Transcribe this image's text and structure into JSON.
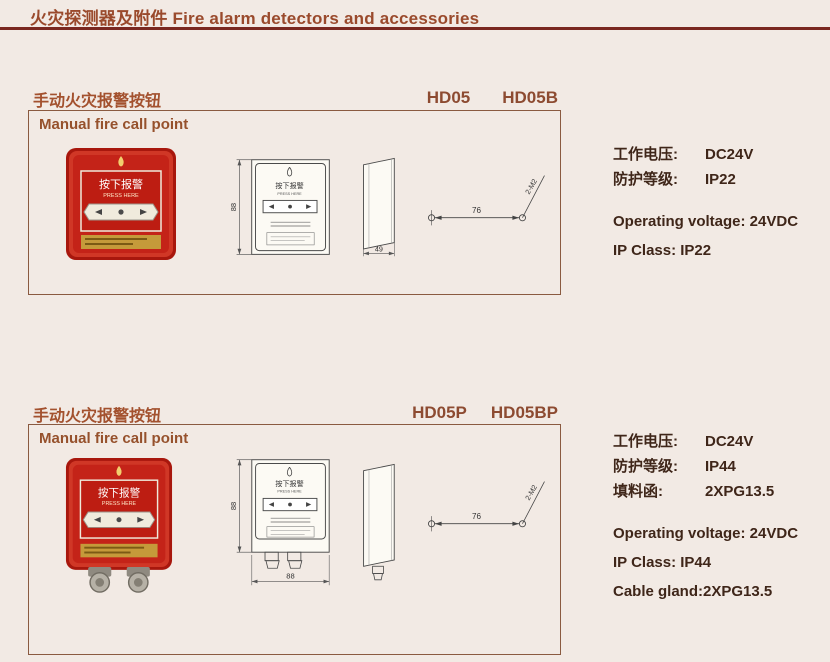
{
  "page": {
    "header": "火灾探测器及附件 Fire alarm detectors and accessories"
  },
  "device": {
    "label_cn": "按下报警",
    "label_en": "PRESS HERE"
  },
  "sections": [
    {
      "title_cn": "手动火灾报警按钮",
      "models": [
        "HD05",
        "HD05B"
      ],
      "product_en": "Manual fire call point",
      "dims": {
        "height": "88",
        "depth": "49",
        "hole_spacing": "76",
        "hole_spec": "2-M2"
      },
      "specs_cn": [
        {
          "label": "工作电压:",
          "value": "DC24V"
        },
        {
          "label": "防护等级:",
          "value": "IP22"
        }
      ],
      "specs_en": [
        "Operating voltage: 24VDC",
        "IP Class: IP22"
      ]
    },
    {
      "title_cn": "手动火灾报警按钮",
      "models": [
        "HD05P",
        "HD05BP"
      ],
      "product_en": "Manual fire call point",
      "dims": {
        "height": "88",
        "width": "88",
        "hole_spacing": "76",
        "hole_spec": "2-M2"
      },
      "specs_cn": [
        {
          "label": "工作电压:",
          "value": "DC24V"
        },
        {
          "label": "防护等级:",
          "value": "IP44"
        },
        {
          "label": "填料函:",
          "value": "2XPG13.5"
        }
      ],
      "specs_en": [
        "Operating voltage: 24VDC",
        "IP Class: IP44",
        "Cable gland:2XPG13.5"
      ]
    }
  ]
}
